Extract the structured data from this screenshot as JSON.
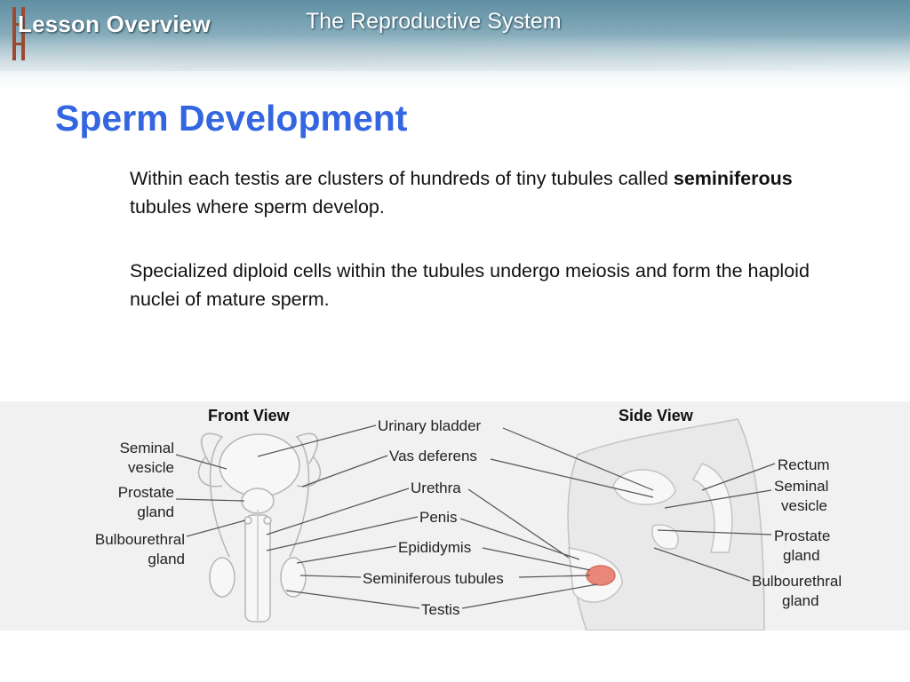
{
  "header": {
    "lesson_label": "Lesson Overview",
    "subject": "The Reproductive System"
  },
  "slide": {
    "title": "Sperm Development",
    "para1": {
      "text_before": "Within each testis are clusters of hundreds of tiny tubules called ",
      "bold": "seminiferous",
      "text_after": " tubules where sperm develop."
    },
    "para2": "Specialized diploid cells within the tubules undergo meiosis and form the haploid nuclei of mature sperm."
  },
  "figure": {
    "front_view_title": "Front View",
    "side_view_title": "Side View",
    "left_labels": {
      "seminal_vesicle_1": "Seminal",
      "seminal_vesicle_2": "vesicle",
      "prostate_1": "Prostate",
      "prostate_2": "gland",
      "bulbourethral_1": "Bulbourethral",
      "bulbourethral_2": "gland"
    },
    "center_labels": {
      "urinary_bladder": "Urinary bladder",
      "vas_deferens": "Vas deferens",
      "urethra": "Urethra",
      "penis": "Penis",
      "epididymis": "Epididymis",
      "seminiferous_tubules": "Seminiferous tubules",
      "testis": "Testis"
    },
    "right_labels": {
      "rectum": "Rectum",
      "seminal_vesicle_1": "Seminal",
      "seminal_vesicle_2": "vesicle",
      "prostate_1": "Prostate",
      "prostate_2": "gland",
      "bulbourethral_1": "Bulbourethral",
      "bulbourethral_2": "gland"
    },
    "colors": {
      "organ_fill": "#f7f7f7",
      "organ_stroke": "#b5b5b5",
      "leader": "#555555",
      "testis_highlight": "#e9877a"
    }
  }
}
